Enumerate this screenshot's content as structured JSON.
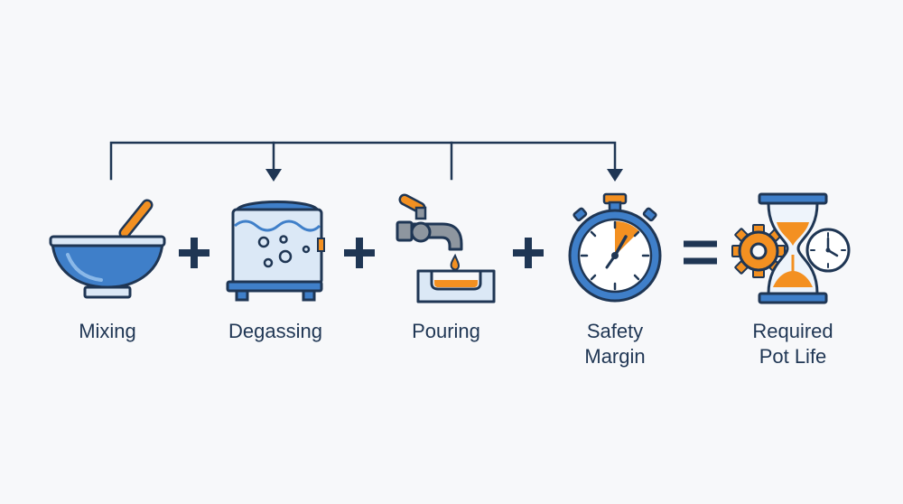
{
  "colors": {
    "navy": "#1f3654",
    "blue": "#3f7fc9",
    "light_blue": "#dbe8f6",
    "orange": "#f39021",
    "gray": "#8e969f",
    "white": "#ffffff"
  },
  "operators": {
    "plus": "+",
    "equals": "="
  },
  "steps": [
    {
      "id": "mixing",
      "label": "Mixing",
      "icon": "mixing-bowl-icon"
    },
    {
      "id": "degassing",
      "label": "Degassing",
      "icon": "degassing-chamber-icon"
    },
    {
      "id": "pouring",
      "label": "Pouring",
      "icon": "pouring-faucet-icon"
    },
    {
      "id": "safety",
      "label": "Safety\nMargin",
      "icon": "stopwatch-icon"
    }
  ],
  "result": {
    "label": "Required\nPot Life",
    "icon": "hourglass-gear-clock-icon"
  }
}
